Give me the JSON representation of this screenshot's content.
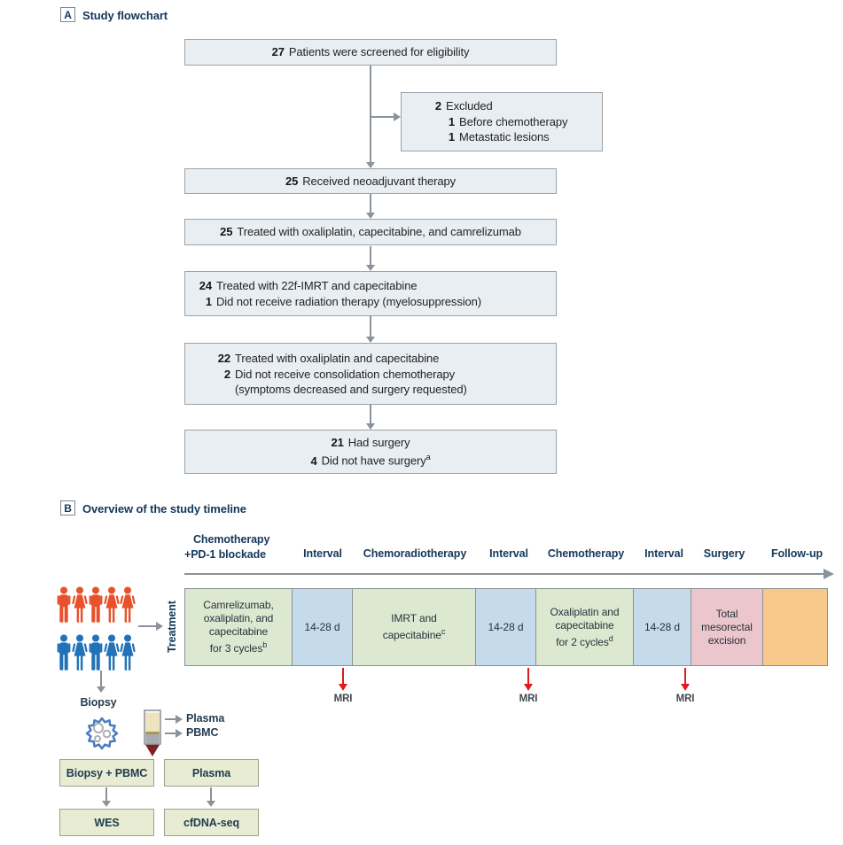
{
  "palette": {
    "flow_box_fill": "#e9eef2",
    "flow_box_border": "#9ba2a8",
    "arrow_gray": "#8b9299",
    "chemo_green": "#dde8d1",
    "interval_blue": "#c5dbec",
    "surgery_pink": "#ecc6cd",
    "followup_orange": "#f9c98b",
    "red_arrow": "#e2191f",
    "person_orange": "#e8512b",
    "person_blue": "#2172b8",
    "sample_green_fill": "#e7ecd3",
    "sample_green_border": "#9aa489",
    "header_navy": "#14375a",
    "cell_icon_blue": "#4a7cc0",
    "tube_plasma": "#efe3bd",
    "tube_buffy": "#a89a55",
    "tube_pbmc": "#a6acb1",
    "tube_rbc": "#7c2127"
  },
  "panelA": {
    "label": "A",
    "title": "Study flowchart",
    "boxes": [
      {
        "name": "screened",
        "lines": [
          {
            "num": "27",
            "text": "Patients were screened for eligibility"
          }
        ]
      },
      {
        "name": "excluded",
        "lines": [
          {
            "num": "2",
            "text": "Excluded"
          },
          {
            "num": "1",
            "text": "Before chemotherapy"
          },
          {
            "num": "1",
            "text": "Metastatic lesions"
          }
        ]
      },
      {
        "name": "neoadjuvant",
        "lines": [
          {
            "num": "25",
            "text": "Received neoadjuvant therapy"
          }
        ]
      },
      {
        "name": "induction",
        "lines": [
          {
            "num": "25",
            "text": "Treated with oxaliplatin, capecitabine, and camrelizumab"
          }
        ]
      },
      {
        "name": "chemoradiotherapy",
        "lines": [
          {
            "num": "24",
            "text": "Treated with 22f-IMRT and capecitabine"
          },
          {
            "num": "1",
            "text": "Did not receive radiation therapy (myelosuppression)"
          }
        ]
      },
      {
        "name": "consolidation",
        "lines": [
          {
            "num": "22",
            "text": "Treated with oxaliplatin and capecitabine"
          },
          {
            "num": "2",
            "text": "Did not receive consolidation chemotherapy"
          },
          {
            "text": "(symptoms decreased and surgery requested)"
          }
        ]
      },
      {
        "name": "surgery",
        "lines": [
          {
            "num": "21",
            "text": "Had surgery"
          },
          {
            "num": "4",
            "text": "Did not have surgery",
            "sup": "a"
          }
        ]
      }
    ]
  },
  "panelB": {
    "label": "B",
    "title": "Overview of the study timeline",
    "row_label": "Treatment",
    "headers": [
      {
        "line1": "Chemotherapy",
        "line2": "+PD-1 blockade"
      },
      {
        "label": "Interval"
      },
      {
        "label": "Chemoradiotherapy"
      },
      {
        "label": "Interval"
      },
      {
        "label": "Chemotherapy"
      },
      {
        "label": "Interval"
      },
      {
        "label": "Surgery"
      },
      {
        "label": "Follow-up"
      }
    ],
    "phases": [
      {
        "kind": "chemotherapy-pd1-blockade",
        "lines": [
          "Camrelizumab,",
          "oxaliplatin, and",
          "capecitabine",
          "for 3 cycles"
        ],
        "sup": "b"
      },
      {
        "kind": "interval",
        "lines": [
          "14-28 d"
        ]
      },
      {
        "kind": "chemoradiotherapy",
        "lines": [
          "IMRT and",
          "capecitabine"
        ],
        "sup": "c"
      },
      {
        "kind": "interval",
        "lines": [
          "14-28 d"
        ]
      },
      {
        "kind": "chemotherapy",
        "lines": [
          "Oxaliplatin and",
          "capecitabine",
          "for 2 cycles"
        ],
        "sup": "d"
      },
      {
        "kind": "interval",
        "lines": [
          "14-28 d"
        ]
      },
      {
        "kind": "surgery",
        "lines": [
          "Total",
          "mesorectal",
          "excision"
        ]
      },
      {
        "kind": "follow-up",
        "lines": []
      }
    ],
    "mri_labels": [
      "MRI",
      "MRI",
      "MRI"
    ],
    "people": {
      "rows": [
        {
          "color": "#e8512b",
          "members": [
            "male",
            "female",
            "male",
            "female",
            "female"
          ]
        },
        {
          "color": "#2172b8",
          "members": [
            "male",
            "female",
            "male",
            "female",
            "female"
          ]
        }
      ]
    },
    "sampling": {
      "biopsy_label": "Biopsy",
      "tube_fractions": [
        {
          "label": "Plasma"
        },
        {
          "label": "PBMC"
        }
      ],
      "boxes": [
        {
          "label": "Biopsy + PBMC"
        },
        {
          "label": "Plasma"
        },
        {
          "label": "WES"
        },
        {
          "label": "cfDNA-seq"
        }
      ]
    }
  }
}
